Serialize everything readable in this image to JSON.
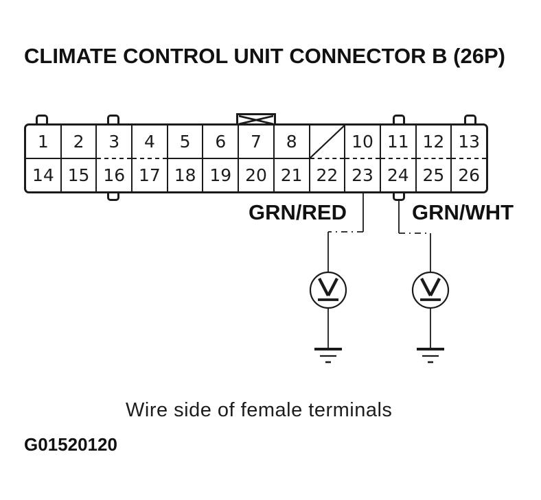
{
  "page": {
    "background": "#ffffff",
    "ink_color": "#1a1a1a"
  },
  "title": "CLIMATE CONTROL UNIT CONNECTOR B (26P)",
  "connector": {
    "pin_count_label": "26P",
    "rows": [
      {
        "pins": [
          "1",
          "2",
          "3",
          "4",
          "5",
          "6",
          "7",
          "8",
          "",
          "10",
          "11",
          "12",
          "13"
        ]
      },
      {
        "pins": [
          "14",
          "15",
          "16",
          "17",
          "18",
          "19",
          "20",
          "21",
          "22",
          "23",
          "24",
          "25",
          "26"
        ]
      }
    ],
    "blocked_position": "9"
  },
  "wires": [
    {
      "label": "GRN/RED",
      "from_pin": "23"
    },
    {
      "label": "GRN/WHT",
      "from_pin": "24"
    }
  ],
  "caption": "Wire side of female terminals",
  "figure_id": "G01520120"
}
